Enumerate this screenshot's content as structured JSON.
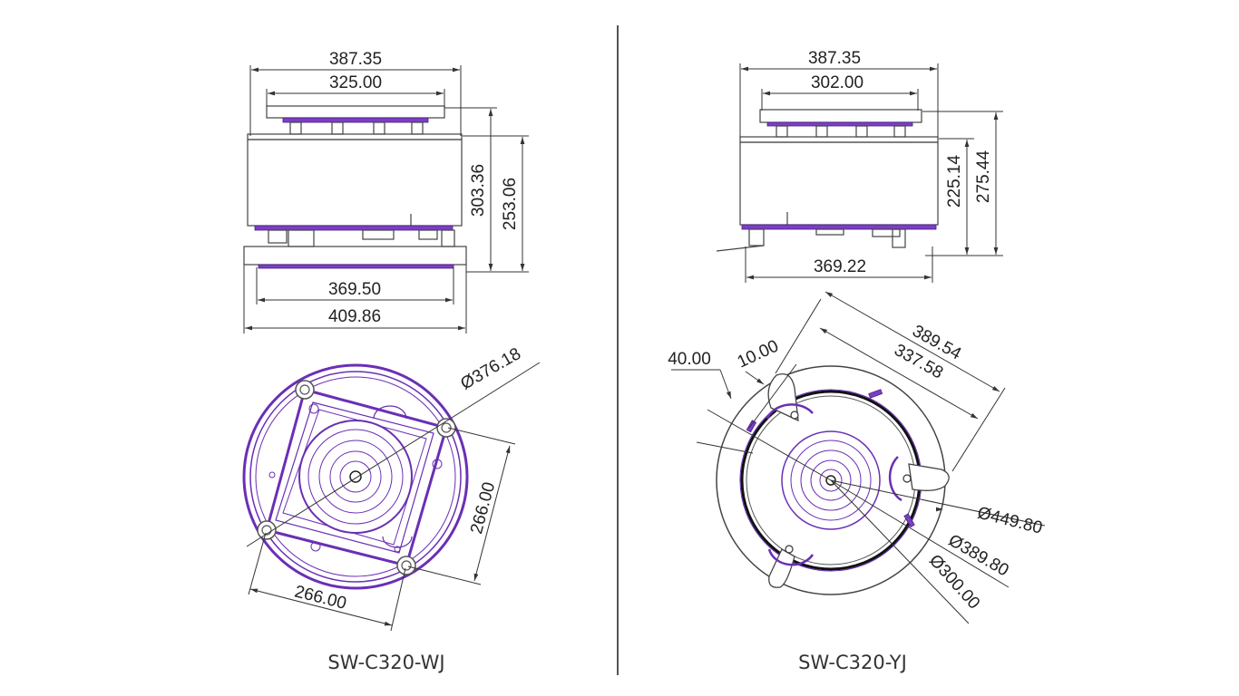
{
  "colors": {
    "accent": "#6a2fb5",
    "line": "#333333",
    "background": "#ffffff"
  },
  "left": {
    "model": "SW-C320-WJ",
    "side": {
      "overall_width": "387.35",
      "top_width": "325.00",
      "height_outer": "253.06",
      "height_inner": "303.36",
      "base_inner": "369.50",
      "base_outer": "409.86"
    },
    "top_view": {
      "diameter": "Ø376.18",
      "span_vertical": "266.00",
      "span_horizontal": "266.00"
    }
  },
  "right": {
    "model": "SW-C320-YJ",
    "side": {
      "overall_width": "387.35",
      "top_width": "302.00",
      "height_inner": "225.14",
      "height_outer": "275.44",
      "base_width": "369.22"
    },
    "top_view": {
      "slot_length": "40.00",
      "slot_width": "10.00",
      "span_outer": "389.54",
      "span_inner": "337.58",
      "dia_outer": "Ø449.80",
      "dia_mid": "Ø389.80",
      "dia_inner": "Ø300.00"
    }
  }
}
